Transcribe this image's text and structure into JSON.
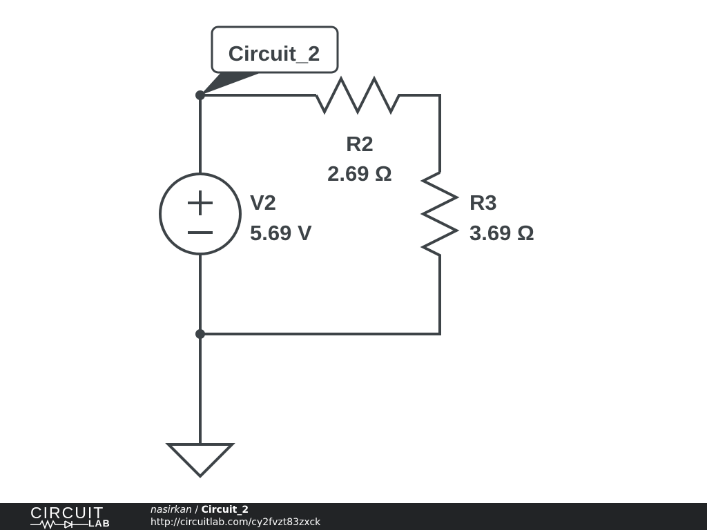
{
  "schematic": {
    "title_tag": "Circuit_2",
    "components": [
      {
        "ref": "V2",
        "value": "5.69 V",
        "type": "voltage-source"
      },
      {
        "ref": "R2",
        "value": "2.69 Ω",
        "type": "resistor"
      },
      {
        "ref": "R3",
        "value": "3.69 Ω",
        "type": "resistor"
      }
    ],
    "colors": {
      "wire": "#3d4347",
      "footer_bg": "#222426"
    }
  },
  "footer": {
    "logo_top": "CIRCUIT",
    "logo_bottom": "LAB",
    "author": "nasirkan",
    "separator": " / ",
    "circuit_name": "Circuit_2",
    "url": "http://circuitlab.com/cy2fvzt83zxck"
  }
}
